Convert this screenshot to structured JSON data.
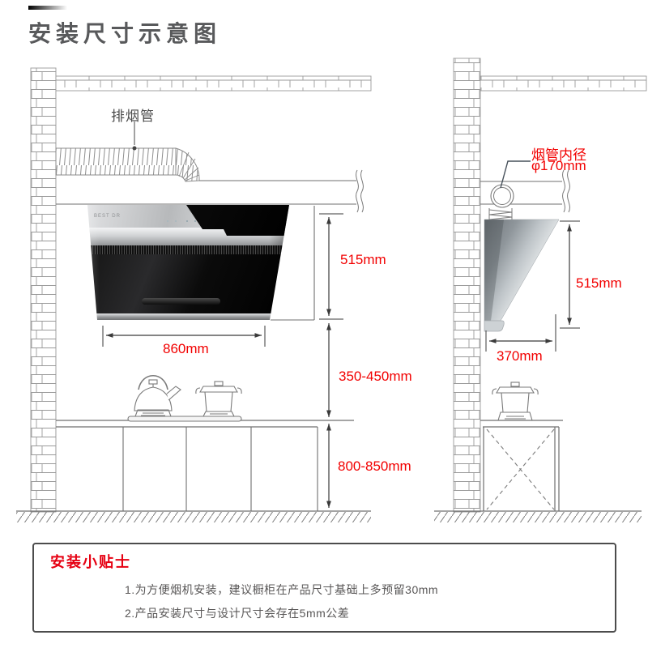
{
  "page_title": "安装尺寸示意图",
  "left_view": {
    "duct_label": "排烟管",
    "hood_brand_text": "BEST DR",
    "dim_hood_height": "515mm",
    "dim_hood_width": "860mm",
    "dim_hood_to_counter_range": "350-450mm",
    "dim_counter_height_range": "800-850mm"
  },
  "right_view": {
    "duct_note_label": "烟管内径",
    "duct_note_value": "φ170mm",
    "dim_hood_height": "515mm",
    "dim_hood_depth": "370mm"
  },
  "tips_box": {
    "title": "安装小贴士",
    "item_1": "1.为方便烟机安装，建议橱柜在产品尺寸基础上多预留30mm",
    "item_2": "2.产品安装尺寸与设计尺寸会存在5mm公差"
  },
  "colors": {
    "dimension_text_red": "#f20000",
    "tips_title_red": "#e60012",
    "body_text_gray": "#595757",
    "line_gray": "#7a7a7a"
  }
}
